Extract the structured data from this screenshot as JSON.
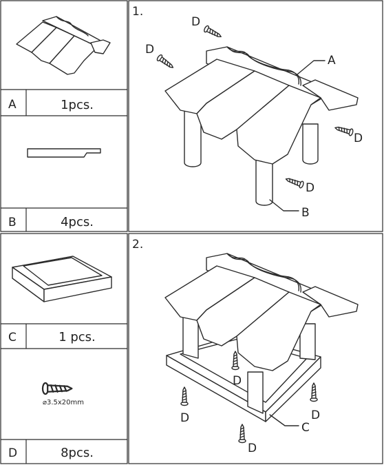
{
  "parts": [
    {
      "letter": "A",
      "qty": "1pcs."
    },
    {
      "letter": "B",
      "qty": "4pcs."
    },
    {
      "letter": "C",
      "qty": "1 pcs."
    },
    {
      "letter": "D",
      "qty": "8pcs."
    }
  ],
  "screw_size": "⌀3.5x20mm",
  "steps": [
    {
      "number": "1.",
      "callouts": {
        "roof": "A",
        "leg": "B",
        "screw": "D"
      }
    },
    {
      "number": "2.",
      "callouts": {
        "tray": "C",
        "screw": "D"
      }
    }
  ]
}
